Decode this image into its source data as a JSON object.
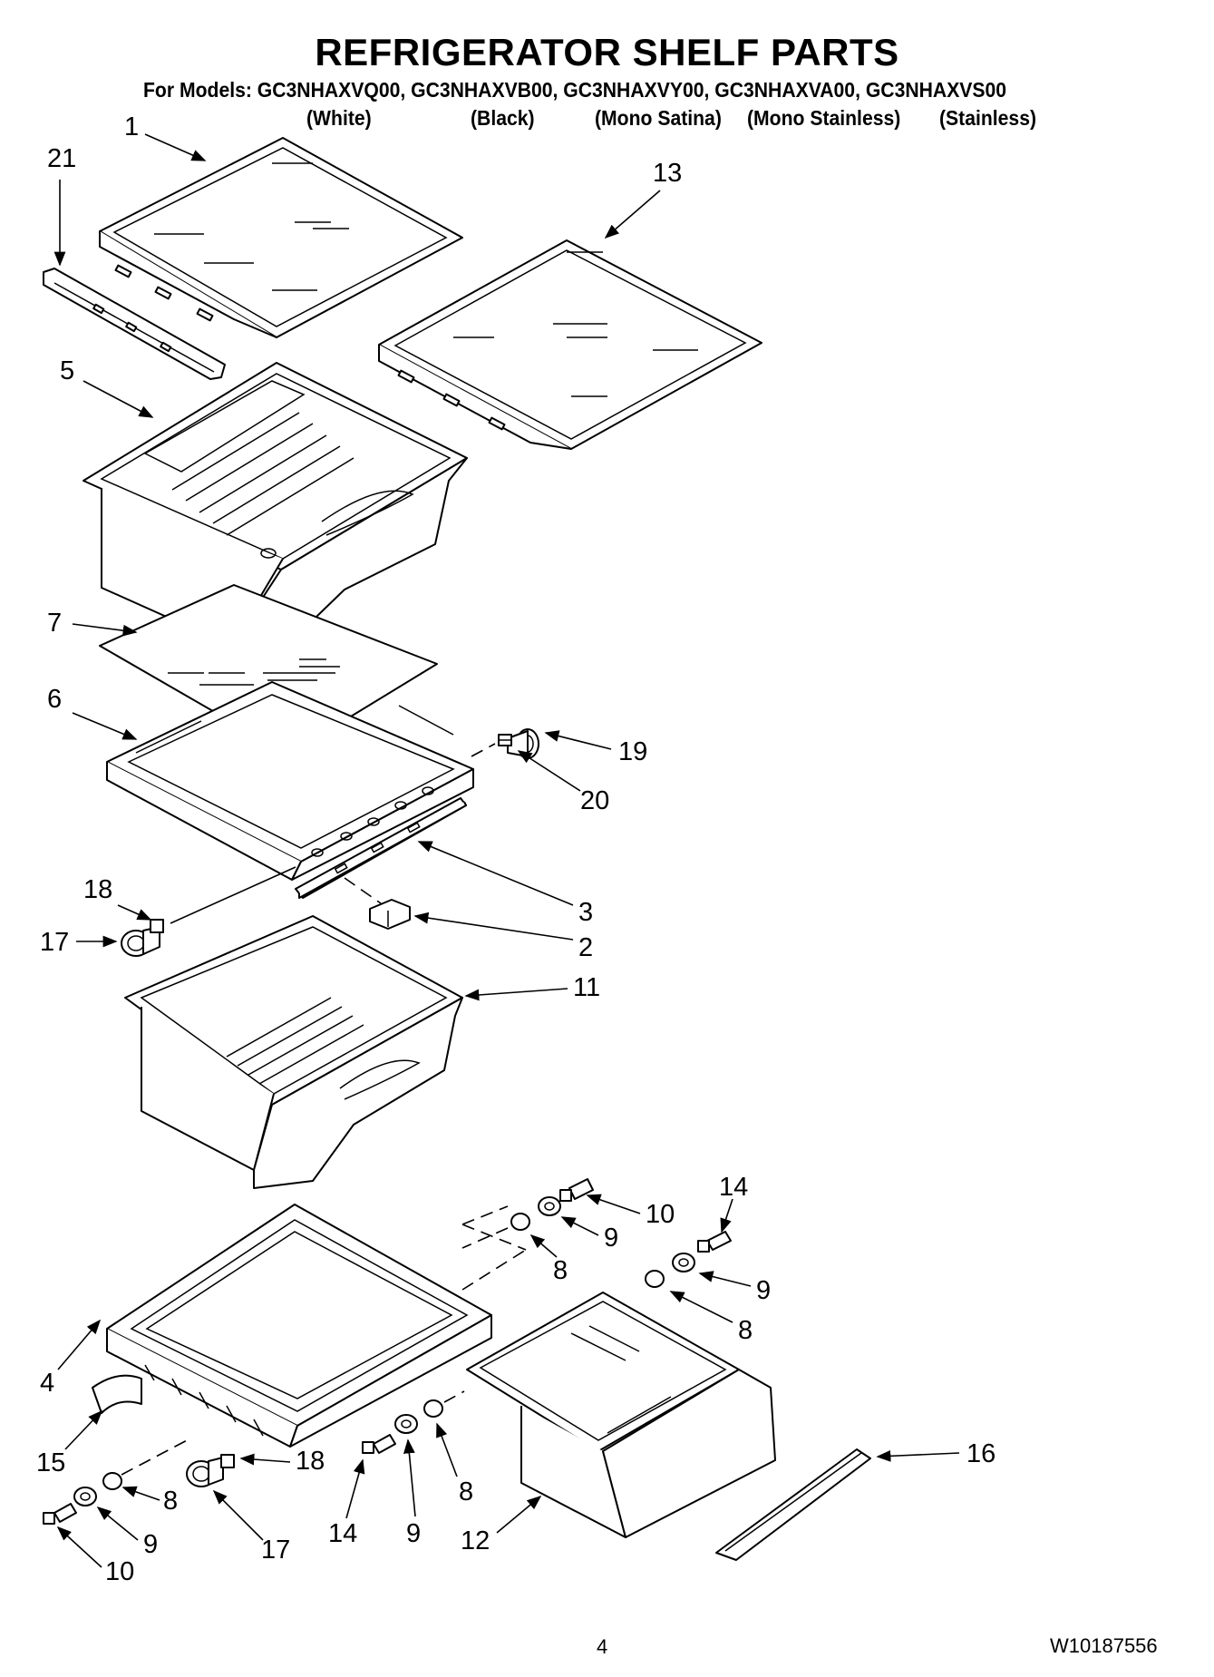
{
  "title": "REFRIGERATOR SHELF PARTS",
  "models_line": "For Models: GC3NHAXVQ00, GC3NHAXVB00, GC3NHAXVY00, GC3NHAXVA00, GC3NHAXVS00",
  "variants": [
    "(White)",
    "(Black)",
    "(Mono Satina)",
    "(Mono Stainless)",
    "(Stainless)"
  ],
  "callouts": {
    "c1": "1",
    "c21": "21",
    "c13": "13",
    "c5": "5",
    "c7": "7",
    "c6": "6",
    "c19": "19",
    "c20": "20",
    "c18a": "18",
    "c17a": "17",
    "c3": "3",
    "c2": "2",
    "c11": "11",
    "c14a": "14",
    "c10a": "10",
    "c9a": "9",
    "c8a": "8",
    "c9b": "9",
    "c8b": "8",
    "c4": "4",
    "c15": "15",
    "c16": "16",
    "c8c": "8",
    "c18b": "18",
    "c9c": "9",
    "c10b": "10",
    "c17b": "17",
    "c14b": "14",
    "c9d": "9",
    "c8d": "8",
    "c12": "12"
  },
  "footer": {
    "page_number": "4",
    "doc_number": "W10187556"
  }
}
